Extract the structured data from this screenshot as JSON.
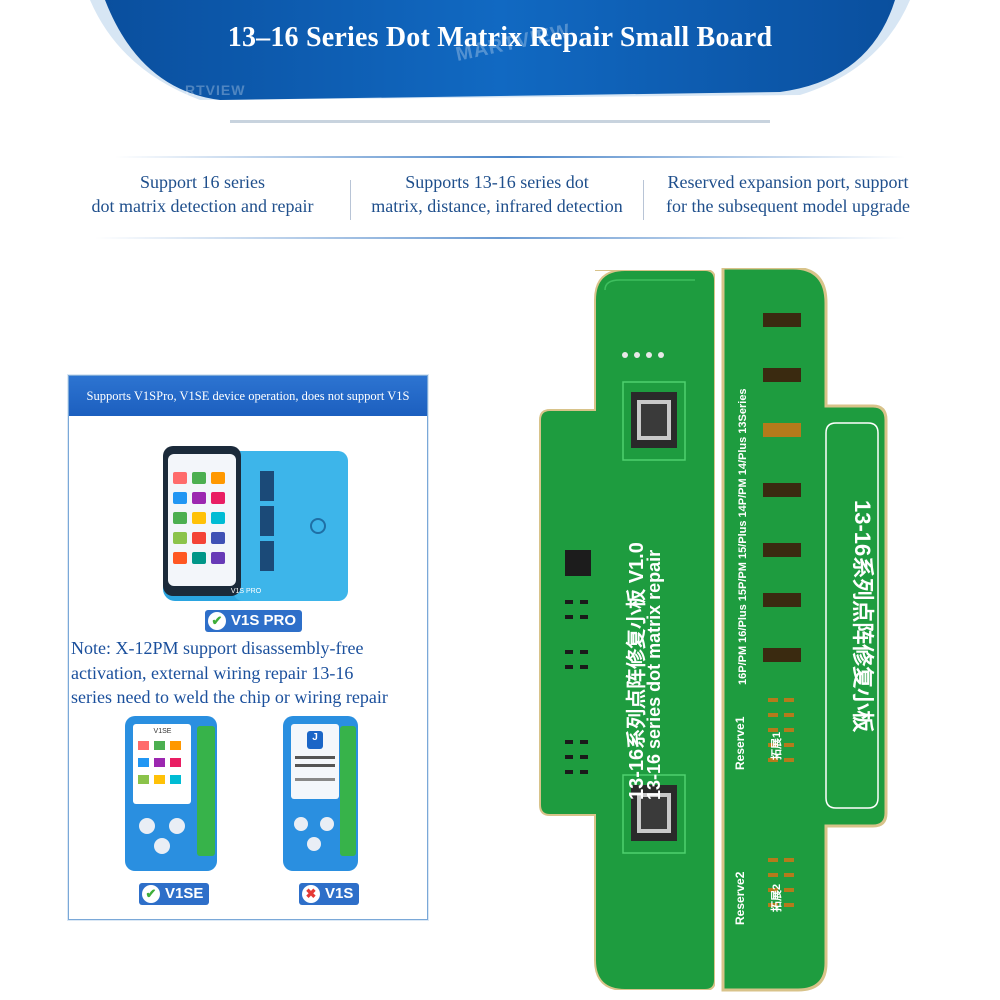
{
  "banner": {
    "title": "13–16 Series Dot Matrix Repair Small Board",
    "watermark": "MARTVIEW",
    "watermark2": "RTVIEW",
    "color_dark": "#0b57a8",
    "color_light": "#1e7fd4"
  },
  "features": [
    {
      "line1": "Support 16 series",
      "line2": "dot matrix detection and repair"
    },
    {
      "line1": "Supports 13-16 series  dot",
      "line2": "matrix, distance, infrared detection"
    },
    {
      "line1": "Reserved expansion port, support",
      "line2": "for the subsequent model upgrade"
    }
  ],
  "compat_panel": {
    "header": "Supports V1SPro, V1SE device operation, does not support V1S",
    "top_device_screen_label": "V1S PRO",
    "badge_v1spro": "V1S PRO",
    "note_line1": "Note: X-12PM support disassembly-free",
    "note_line2": "activation, external wiring repair 13-16",
    "note_line3": "series need to weld the chip or wiring repair",
    "badge_v1se": "V1SE",
    "badge_v1s": "V1S",
    "v1se_screen_label": "V1SE",
    "v1s_screen_label": "J"
  },
  "pcb_left": {
    "silk_line1": "13-16系列点阵修复小板 V1.0",
    "silk_line2": "13-16 series dot matrix repair",
    "color": "#1e9c3f"
  },
  "pcb_right": {
    "model_list": "16P/PM 16/Plus 15P/PM 15/Plus 14P/PM 14/Plus 13Series",
    "title_cn": "13-16系列点阵修复小板",
    "reserve1": "Reserve1",
    "reserve2": "Reserve2",
    "expand1": "拓展1",
    "expand2": "拓展2",
    "color": "#1e9c3f"
  }
}
